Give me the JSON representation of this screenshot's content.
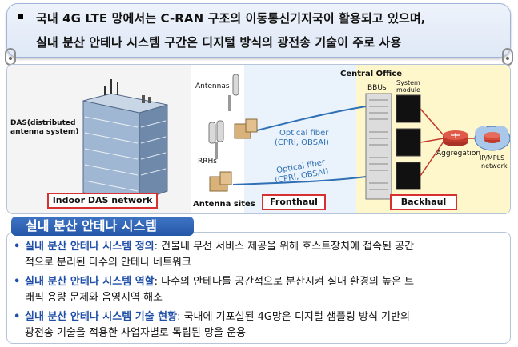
{
  "banner": {
    "line1": "국내 4G LTE 망에서는 C-RAN 구조의 이동통신기지국이 활용되고 있으며,",
    "line2": "실내 분산 안테나 시스템 구간은 디지털 방식의 광전송 기술이 주로 사용"
  },
  "diagram": {
    "das_label_line1": "DAS(distributed",
    "das_label_line2": "antenna system)",
    "antennas_label": "Antennas",
    "rrhs_label": "RRHs",
    "central_office": "Central Office",
    "bbus_label": "BBUs",
    "system_module_line1": "System",
    "system_module_line2": "module",
    "fiber_top_line1": "Optical fiber",
    "fiber_top_line2": "(CPRI, OBSAI)",
    "fiber_bottom_line1": "Optical fiber",
    "fiber_bottom_line2": "(CPRI, OBSAI)",
    "aggregation": "Aggregation",
    "ipmpls_line1": "IP/MPLS",
    "ipmpls_line2": "network",
    "zones": {
      "indoor": "Indoor DAS network",
      "antenna_sites": "Antenna sites",
      "fronthaul": "Fronthaul",
      "backhaul": "Backhaul"
    }
  },
  "section_title": "실내 분산 안테나 시스템",
  "items": [
    {
      "key": "실내 분산 안테나 시스템 정의",
      "line1_rest": ": 건물내 무선 서비스 제공을 위해 호스트장치에 접속된 공간",
      "line2": "적으로 분리된 다수의 안테나 네트워크"
    },
    {
      "key": "실내 분산 안테나 시스템 역할",
      "line1_rest": ": 다수의 안테나를 공간적으로 분산시켜 실내 환경의 높은 트",
      "line2": "래픽 용량 문제와 음영지역 해소"
    },
    {
      "key": "실내 분산 안테나 시스템 기술 현황",
      "line1_rest": ": 국내에 기포설된 4G망은 디지털 샘플링 방식 기반의",
      "line2": "광전송 기술을 적용한 사업자별로 독립된 망을 운용"
    }
  ],
  "colors": {
    "accent_blue": "#1f4fa8",
    "box_border_red": "#d63030",
    "fiber_blue": "#2f6fb4",
    "router_red": "#c0392b"
  }
}
